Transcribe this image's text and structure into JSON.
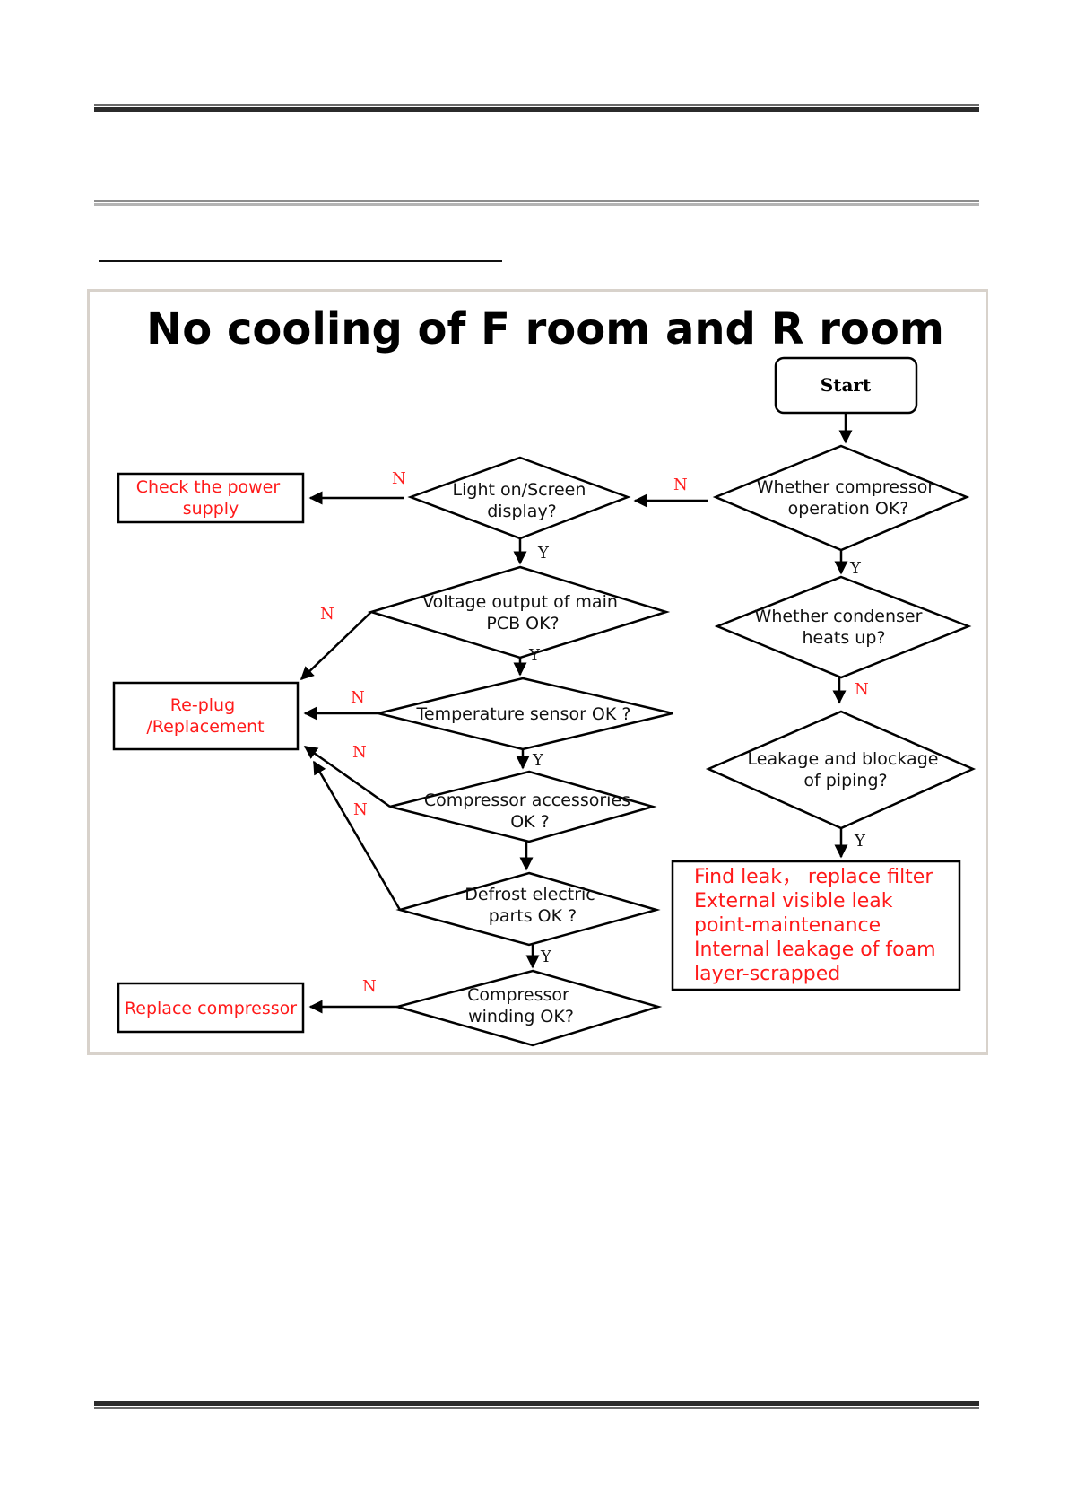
{
  "title": "No cooling of F room and R room",
  "nodes": {
    "start": "Start",
    "compressor_operation": [
      "Whether compressor",
      "operation OK?"
    ],
    "light_screen": [
      "Light on/Screen",
      "display?"
    ],
    "check_power": [
      "Check the power",
      "supply"
    ],
    "voltage_pcb": [
      "Voltage output of main",
      "PCB OK?"
    ],
    "replug": [
      "Re-plug",
      "/Replacement"
    ],
    "temp_sensor": [
      "Temperature sensor OK ?"
    ],
    "compressor_accessories": [
      "Compressor accessories",
      "OK ?"
    ],
    "defrost": [
      "Defrost electric",
      "parts OK ?"
    ],
    "compressor_winding": [
      "Compressor",
      "winding OK?"
    ],
    "replace_compressor": [
      "Replace compressor"
    ],
    "condenser": [
      "Whether condenser",
      "heats up?"
    ],
    "leakage": [
      "Leakage and blockage",
      "of piping?"
    ],
    "find_leak": [
      "Find leak， replace filter",
      "External visible leak",
      "point-maintenance",
      "Internal leakage of foam",
      "layer-scrapped"
    ]
  },
  "edge_labels": {
    "compressor_to_light": "N",
    "light_to_power": "N",
    "light_to_voltage": "Y",
    "voltage_to_replug": "N",
    "voltage_to_temp": "Y",
    "temp_to_replug": "N",
    "temp_to_accessories": "Y",
    "accessories_to_replug": "N",
    "defrost_to_replug": "N",
    "defrost_to_winding": "Y",
    "winding_to_replace": "N",
    "compressor_to_condenser": "Y",
    "condenser_to_leakage": "N",
    "leakage_to_findleak": "Y"
  }
}
